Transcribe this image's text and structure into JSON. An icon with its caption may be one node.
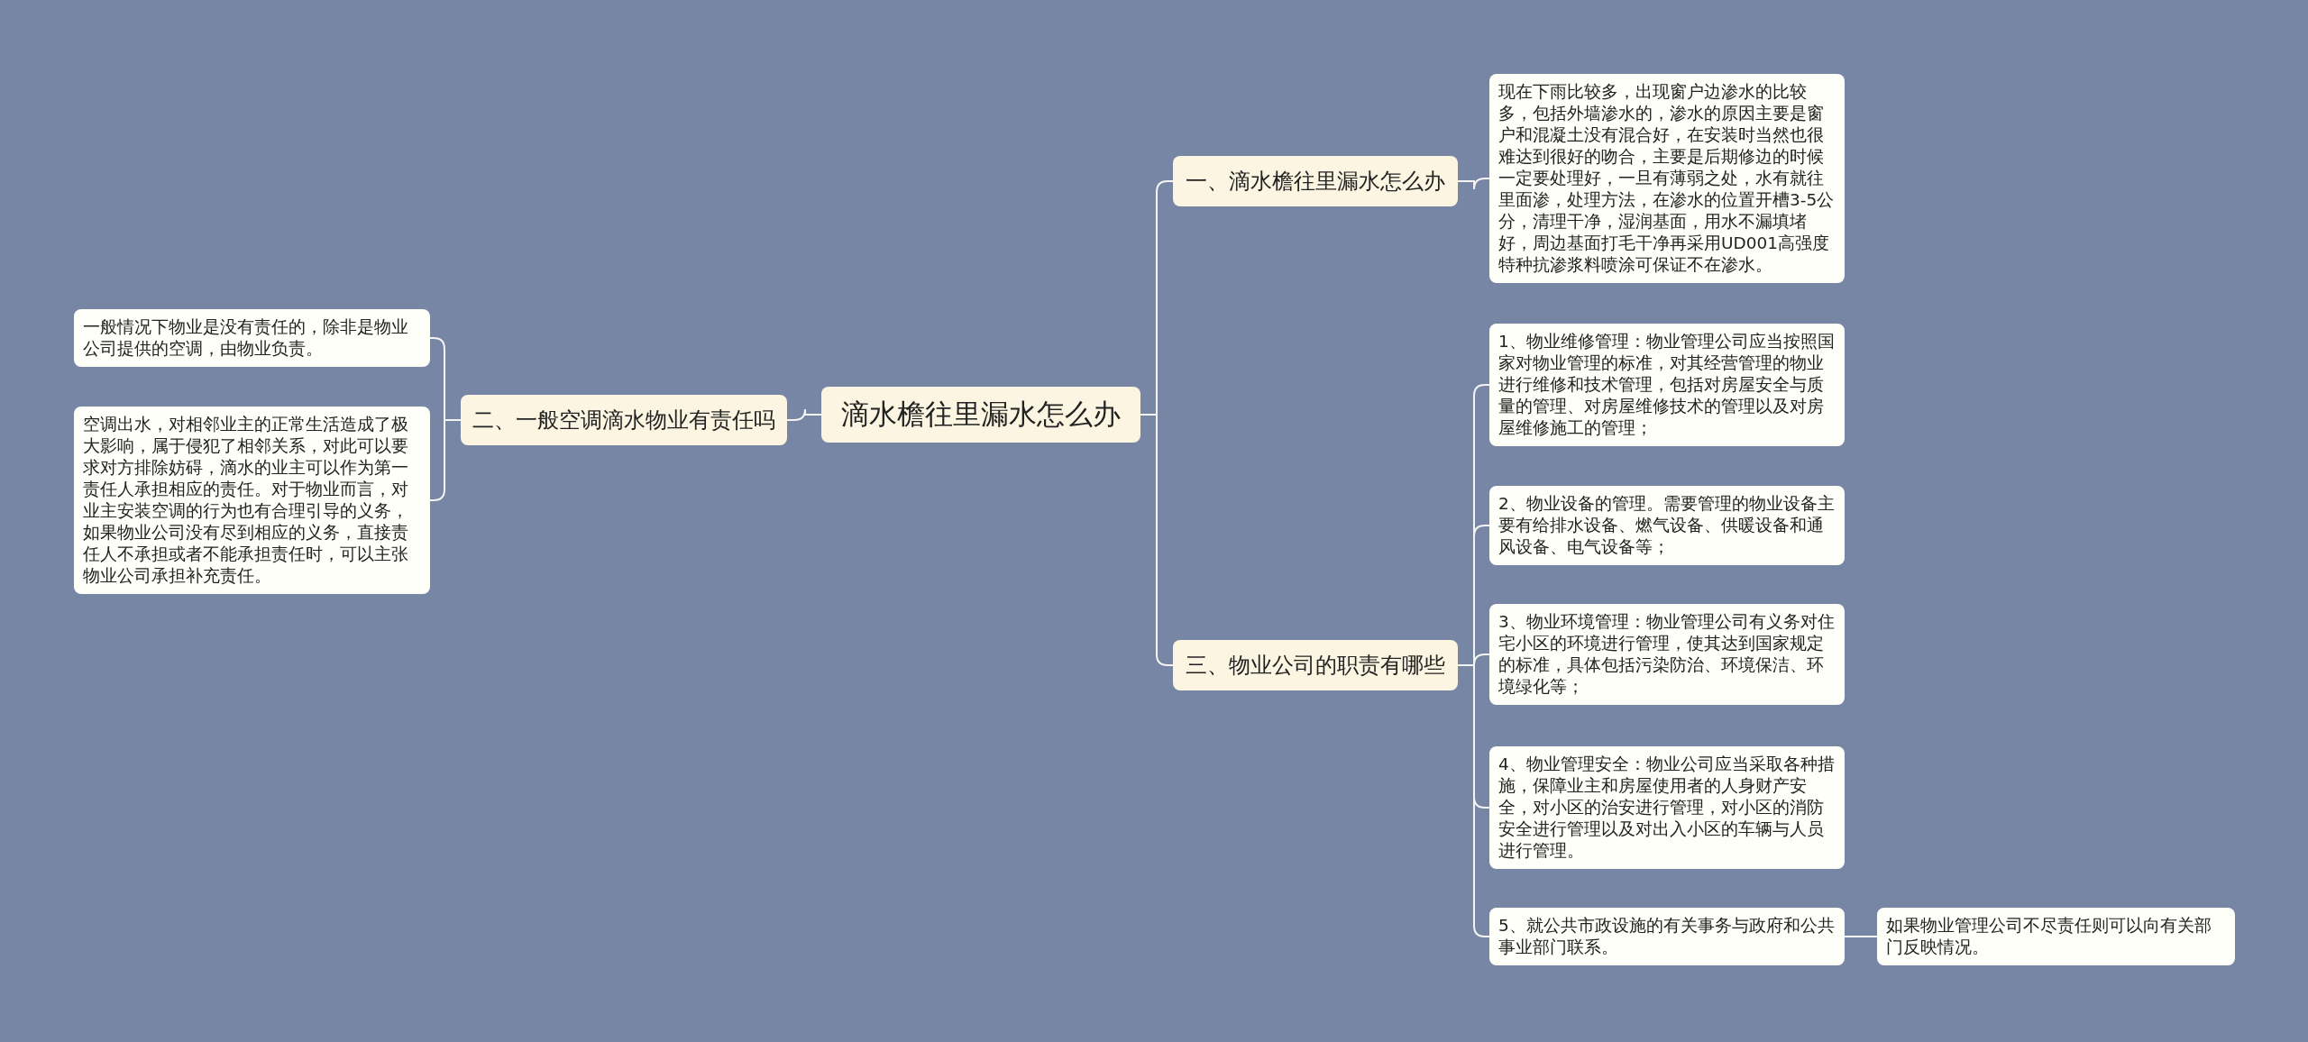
{
  "diagram": {
    "nodes": [
      {
        "text": [
          "滴水檐往里漏水怎么办"
        ]
      },
      {
        "text": [
          "一、滴水檐往里漏水怎么办"
        ]
      },
      {
        "text": [
          "现在下雨比较多，出现窗户边渗水的比较多，包括外墙渗水的，渗水的原因主要是窗户和混凝土没有混合好，在安装时当然也很难达到很好的吻合，主要是后期修边的时候一定要处理好，一旦有薄弱之处，水有就往里面渗，处理方法，在渗水的位置开槽3-5公分，清理干净，湿润基面，用水不漏填堵好，周边基面打毛干净再采用UD001高强度特种抗渗浆料喷涂可保证不在渗水。"
        ]
      },
      {
        "text": [
          "二、一般空调滴水物业有责任吗"
        ]
      },
      {
        "text": [
          "一般情况下物业是没有责任的，除非是物业公司提供的空调，由物业负责。"
        ]
      },
      {
        "text": [
          "空调出水，对相邻业主的正常生活造成了极大影响，属于侵犯了相邻关系，对此可以要求对方排除妨碍，滴水的业主可以作为第一责任人承担相应的责任。对于物业而言，对业主安装空调的行为也有合理引导的义务，如果物业公司没有尽到相应的义务，直接责任人不承担或者不能承担责任时，可以主张物业公司承担补充责任。"
        ]
      },
      {
        "text": [
          "三、物业公司的职责有哪些"
        ]
      },
      {
        "text": [
          "1、物业维修管理：物业管理公司应当按照国家对物业管理的标准，对其经营管理的物业进行维修和技术管理，包括对房屋安全与质量的管理、对房屋维修技术的管理以及对房屋维修施工的管理；"
        ]
      },
      {
        "text": [
          "2、物业设备的管理。需要管理的物业设备主要有给排水设备、燃气设备、供暖设备和通风设备、电气设备等；"
        ]
      },
      {
        "text": [
          "3、物业环境管理：物业管理公司有义务对住宅小区的环境进行管理，使其达到国家规定的标准，具体包括污染防治、环境保洁、环境绿化等；"
        ]
      },
      {
        "text": [
          "4、物业管理安全：物业公司应当采取各种措施，保障业主和房屋使用者的人身财产安全，对小区的治安进行管理，对小区的消防安全进行管理以及对出入小区的车辆与人员进行管理。"
        ]
      },
      {
        "text": [
          "5、就公共市政设施的有关事务与政府和公共事业部门联系。"
        ]
      },
      {
        "text": [
          "如果物业管理公司不尽责任则可以向有关部门反映情况。"
        ]
      }
    ],
    "edges": [
      {
        "from": 0,
        "to": 1,
        "arrow": "none"
      },
      {
        "from": 1,
        "to": 2,
        "arrow": "none"
      },
      {
        "from": 0,
        "to": 3,
        "arrow": "none"
      },
      {
        "from": 3,
        "to": 4,
        "arrow": "none"
      },
      {
        "from": 3,
        "to": 5,
        "arrow": "none"
      },
      {
        "from": 0,
        "to": 6,
        "arrow": "none"
      },
      {
        "from": 6,
        "to": 7,
        "arrow": "none"
      },
      {
        "from": 6,
        "to": 8,
        "arrow": "none"
      },
      {
        "from": 6,
        "to": 9,
        "arrow": "none"
      },
      {
        "from": 6,
        "to": 10,
        "arrow": "none"
      },
      {
        "from": 6,
        "to": 11,
        "arrow": "none"
      },
      {
        "from": 11,
        "to": 12,
        "arrow": "none"
      }
    ]
  }
}
